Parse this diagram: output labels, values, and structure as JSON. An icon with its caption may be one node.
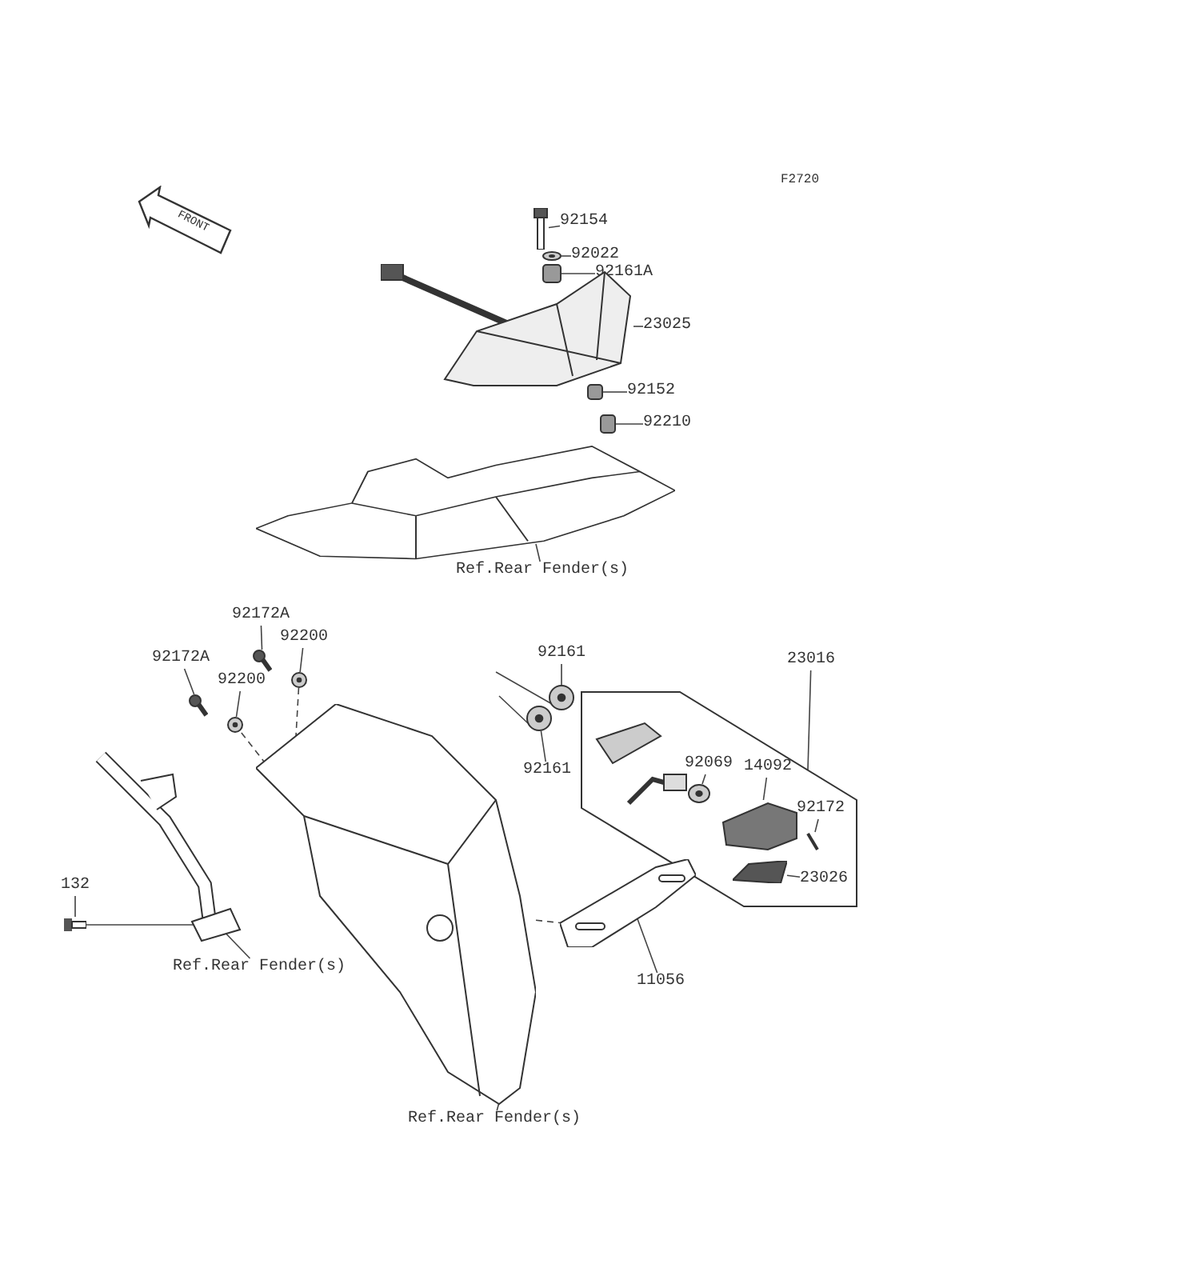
{
  "diagram": {
    "nodes": [
      {
        "text": [
          "92154"
        ]
      },
      {
        "text": [
          "92022"
        ]
      },
      {
        "text": [
          "92161A"
        ]
      },
      {
        "text": [
          "23025"
        ]
      },
      {
        "text": [
          "92152"
        ]
      },
      {
        "text": [
          "92210"
        ]
      },
      {
        "text": [
          "Ref.Rear Fender(s)"
        ]
      },
      {
        "text": [
          "92172A"
        ]
      },
      {
        "text": [
          "92200"
        ]
      },
      {
        "text": [
          "92172A"
        ]
      },
      {
        "text": [
          "92200"
        ]
      },
      {
        "text": [
          "92161"
        ]
      },
      {
        "text": [
          "92161"
        ]
      },
      {
        "text": [
          "23016"
        ]
      },
      {
        "text": [],
        "shape": "box"
      },
      {
        "text": [
          "92069"
        ],
        "in": 14
      },
      {
        "text": [
          "14092"
        ],
        "in": 14
      },
      {
        "text": [
          "92172"
        ],
        "in": 14
      },
      {
        "text": [
          "23026"
        ],
        "in": 14
      },
      {
        "text": [
          "11056"
        ]
      },
      {
        "text": [
          "132"
        ]
      },
      {
        "text": [
          "Ref.Rear Fender(s)"
        ]
      },
      {
        "text": [
          "Ref.Rear Fender(s)"
        ]
      },
      {
        "text": [],
        "shape": "picture"
      },
      {
        "text": [],
        "shape": "circle"
      },
      {
        "text": [],
        "shape": "box"
      },
      {
        "text": [],
        "shape": "picture"
      },
      {
        "text": [],
        "shape": "box"
      },
      {
        "text": [],
        "shape": "box"
      },
      {
        "text": [],
        "shape": "picture"
      },
      {
        "text": [],
        "shape": "picture"
      },
      {
        "text": [],
        "shape": "circle"
      },
      {
        "text": [],
        "shape": "picture"
      },
      {
        "text": [],
        "shape": "circle"
      },
      {
        "text": [],
        "shape": "circle"
      },
      {
        "text": [],
        "shape": "circle"
      },
      {
        "text": [],
        "shape": "circle",
        "in": 14
      },
      {
        "text": [],
        "shape": "picture",
        "in": 14
      },
      {
        "text": [],
        "shape": "picture",
        "in": 14
      },
      {
        "text": [],
        "shape": "picture",
        "in": 14
      },
      {
        "text": [],
        "shape": "picture"
      },
      {
        "text": [],
        "shape": "picture"
      },
      {
        "text": [],
        "shape": "picture"
      },
      {
        "text": [],
        "shape": "picture"
      }
    ],
    "edges": [
      {
        "from": 0,
        "to": 23,
        "arrow": "none"
      },
      {
        "from": 1,
        "to": 24,
        "arrow": "none"
      },
      {
        "from": 2,
        "to": 25,
        "arrow": "none"
      },
      {
        "from": 3,
        "to": 26,
        "arrow": "none"
      },
      {
        "from": 4,
        "to": 27,
        "arrow": "none"
      },
      {
        "from": 5,
        "to": 28,
        "arrow": "none"
      },
      {
        "from": 6,
        "to": 29,
        "arrow": "none"
      },
      {
        "from": 7,
        "to": 30,
        "arrow": "none"
      },
      {
        "from": 8,
        "to": 31,
        "arrow": "none"
      },
      {
        "from": 9,
        "to": 32,
        "arrow": "none"
      },
      {
        "from": 10,
        "to": 33,
        "arrow": "none"
      },
      {
        "from": 11,
        "to": 34,
        "arrow": "none"
      },
      {
        "from": 12,
        "to": 35,
        "arrow": "none"
      },
      {
        "from": 13,
        "to": 14,
        "arrow": "none"
      },
      {
        "from": 15,
        "to": 36,
        "arrow": "none"
      },
      {
        "from": 16,
        "to": 37,
        "arrow": "none"
      },
      {
        "from": 17,
        "to": 38,
        "arrow": "none"
      },
      {
        "from": 18,
        "to": 39,
        "arrow": "none"
      },
      {
        "from": 19,
        "to": 40,
        "arrow": "none"
      },
      {
        "from": 20,
        "to": 41,
        "arrow": "none"
      },
      {
        "from": 21,
        "to": 42,
        "arrow": "none"
      },
      {
        "from": 22,
        "to": 43,
        "arrow": "none"
      },
      {
        "from": 41,
        "to": 42,
        "arrow": "none"
      },
      {
        "from": 31,
        "to": 43,
        "arrow": "none",
        "style": "dashed"
      },
      {
        "from": 33,
        "to": 43,
        "arrow": "none",
        "style": "dashed"
      },
      {
        "from": 43,
        "to": 40,
        "arrow": "none",
        "style": "dashed"
      }
    ],
    "labels": [
      "F2720",
      "FRONT"
    ]
  }
}
